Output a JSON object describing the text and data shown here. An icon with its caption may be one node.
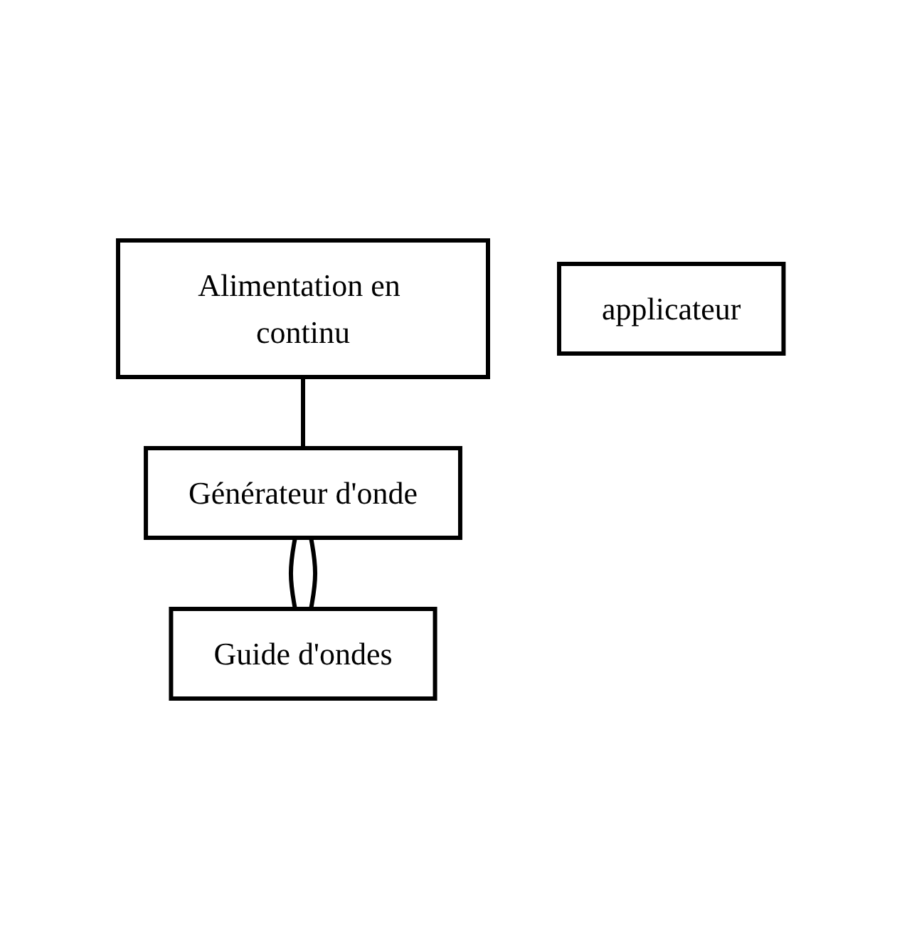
{
  "diagram": {
    "nodes": [
      {
        "text": [
          "Alimentation en continu"
        ]
      },
      {
        "text": [
          "Générateur d'onde"
        ]
      },
      {
        "text": [
          "applicateur"
        ]
      },
      {
        "text": [
          "Guide d'ondes"
        ]
      }
    ],
    "edges": [
      {
        "from": 0,
        "to": 1,
        "arrow": "none"
      },
      {
        "from": 1,
        "to": 3,
        "arrow": "none"
      },
      {
        "from": 1,
        "to": 3,
        "arrow": "none"
      }
    ]
  }
}
